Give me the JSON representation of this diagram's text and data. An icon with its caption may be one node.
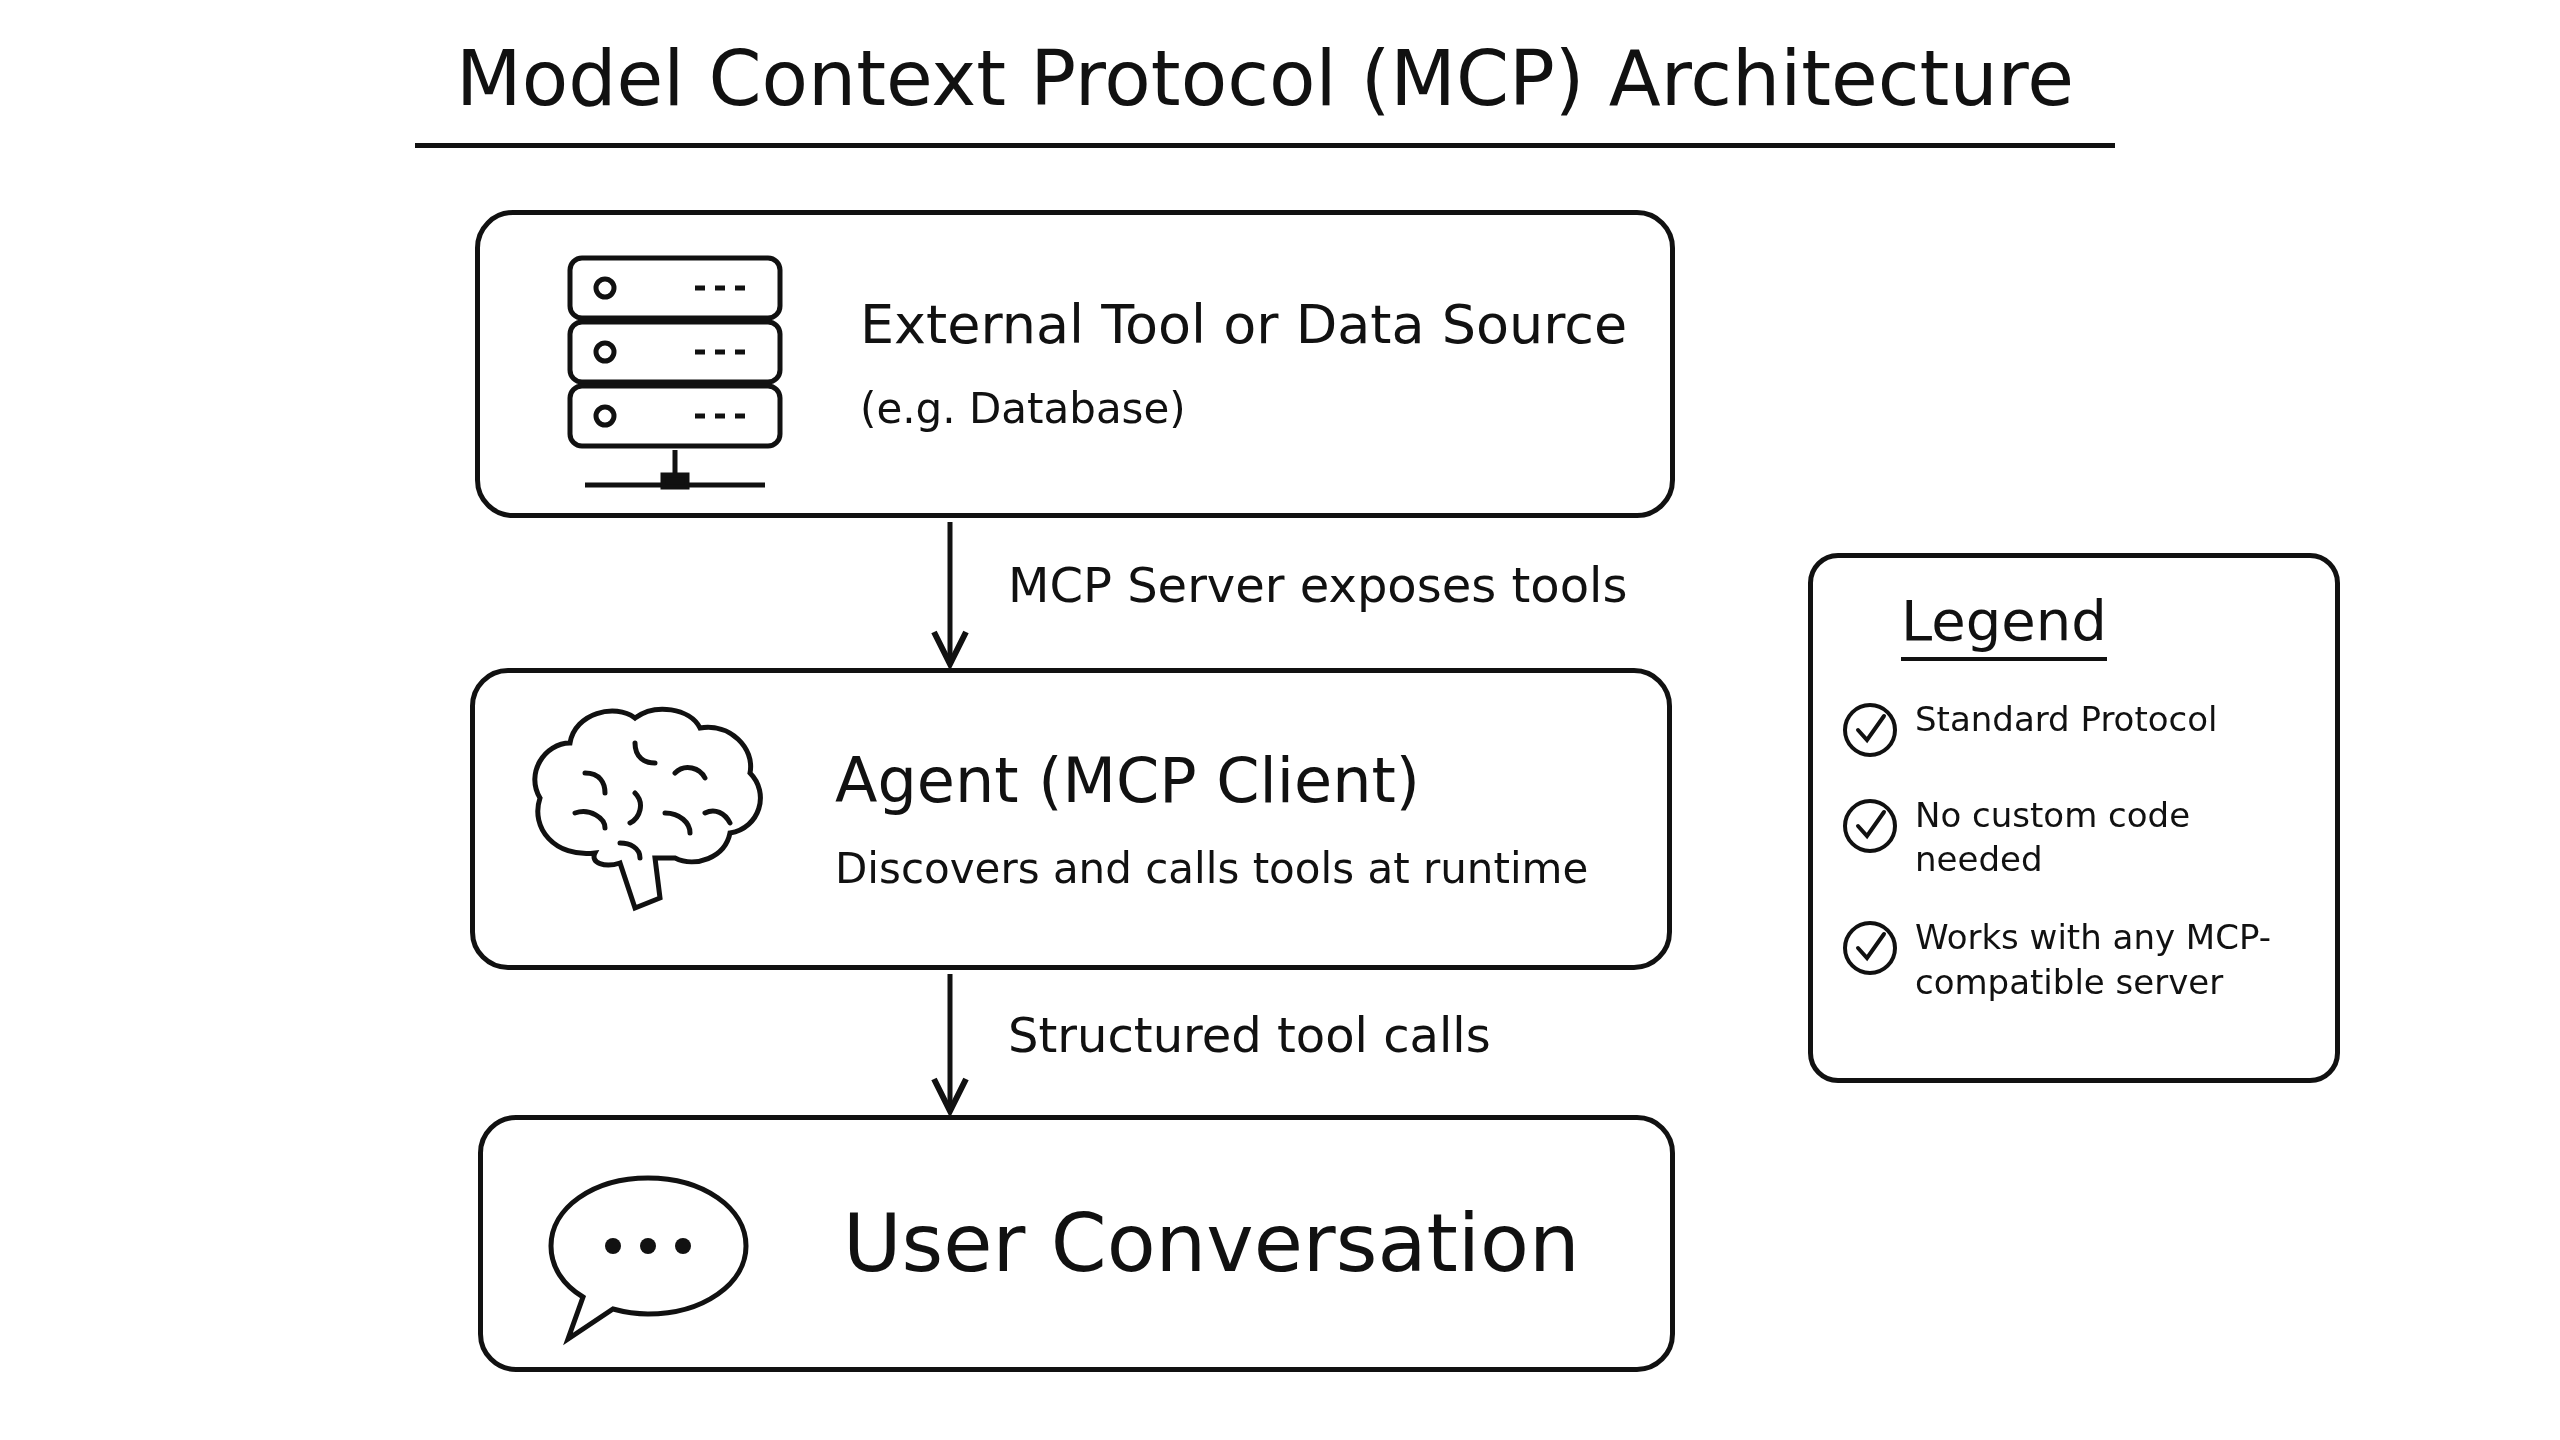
{
  "diagram": {
    "title": "Model Context Protocol (MCP) Architecture",
    "nodes": [
      {
        "text": [
          "External Tool or Data Source",
          "(e.g. Database)"
        ]
      },
      {
        "text": [
          "Agent (MCP Client)",
          "Discovers and calls tools at runtime"
        ]
      },
      {
        "text": [
          "User Conversation"
        ]
      }
    ],
    "edges": [
      {
        "from": 0,
        "to": 1,
        "arrow": "to",
        "label": "MCP Server exposes tools"
      },
      {
        "from": 1,
        "to": 2,
        "arrow": "to",
        "label": "Structured tool calls"
      }
    ],
    "labels": [
      "Legend"
    ],
    "legend": [
      {
        "text": "Standard Protocol"
      },
      {
        "text": "No custom code needed"
      },
      {
        "text": "Works with any MCP-compatible server"
      }
    ]
  }
}
